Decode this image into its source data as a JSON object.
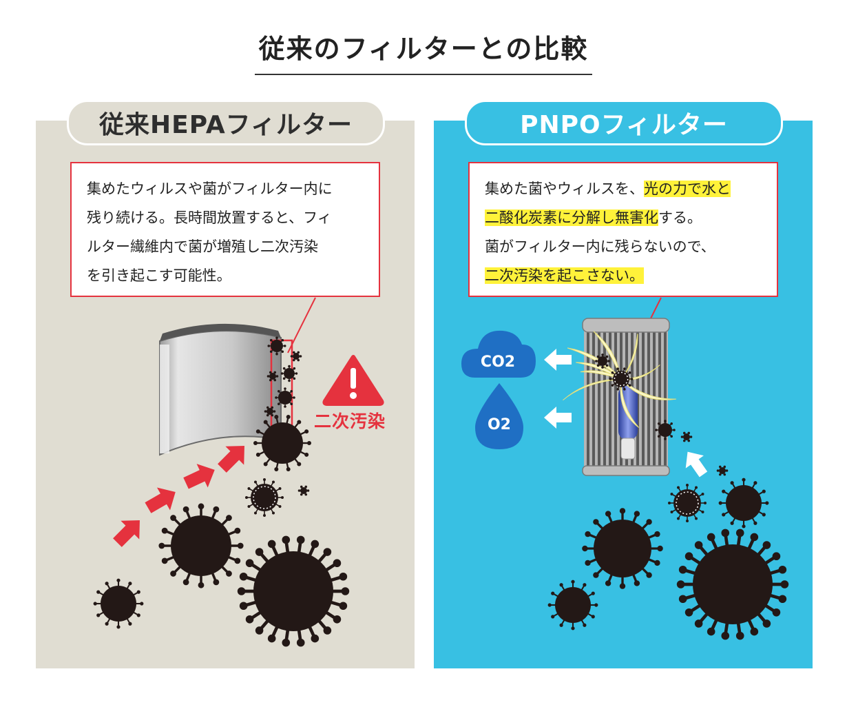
{
  "title": "従来のフィルターとの比較",
  "left": {
    "heading": "従来HEPAフィルター",
    "lines": [
      "集めたウィルスや菌がフィルター内に",
      "残り続ける。長時間放置すると、フィ",
      "ルター繊維内で菌が増殖し二次汚染",
      "を引き起こす可能性。"
    ],
    "warning_label": "二次汚染",
    "warning_icon": "warning-triangle-icon"
  },
  "right": {
    "heading": "PNPOフィルター",
    "line1_plain": "集めた菌やウィルスを、",
    "line1_hl": "光の力で水と",
    "line2_hl": "二酸化炭素に分解し無害化",
    "line2_plain": "する。",
    "line3": "菌がフィルター内に残らないので、",
    "line4_hl": "二次汚染を起こさない。",
    "co2_label": "CO2",
    "o2_label": "O2"
  },
  "colors": {
    "left_bg": "#e0ddd2",
    "right_bg": "#38c0e3",
    "accent_red": "#e5323e",
    "highlight": "#fff23a",
    "virus": "#231816",
    "cloud_blue": "#1f6fc4"
  }
}
